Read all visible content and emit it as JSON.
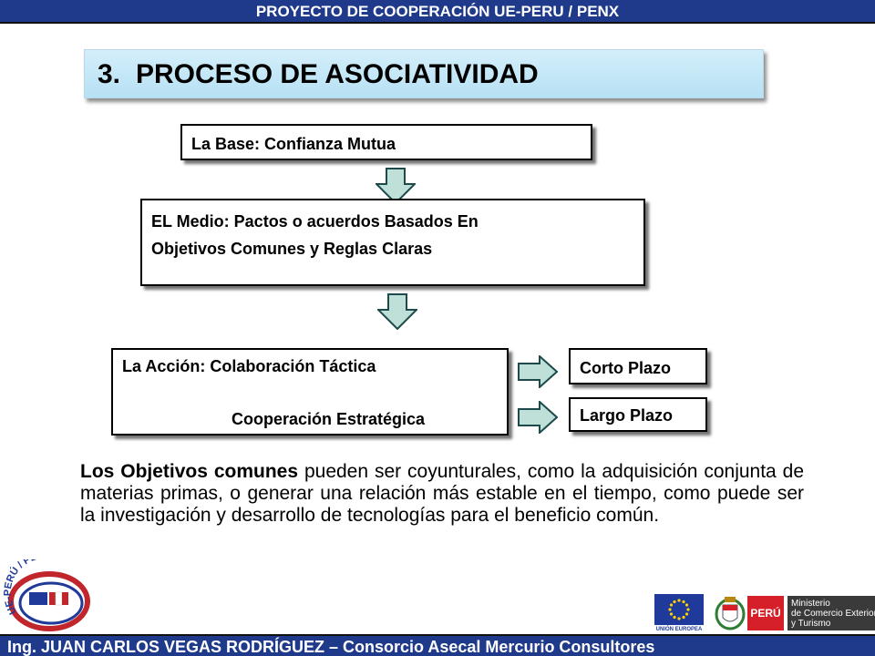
{
  "header": {
    "banner": "PROYECTO DE COOPERACIÓN UE-PERU / PENX"
  },
  "title": {
    "number": "3.",
    "text": "PROCESO DE ASOCIATIVIDAD"
  },
  "diagram": {
    "base": "La Base:  Confianza Mutua",
    "medio_line1": "EL Medio:  Pactos o acuerdos Basados En",
    "medio_line2": "Objetivos  Comunes y Reglas Claras",
    "accion_line1": "La Acción: Colaboración Táctica",
    "accion_line2": "Cooperación Estratégica",
    "corto": "Corto Plazo",
    "largo": "Largo Plazo"
  },
  "paragraph": {
    "lead": "Los Objetivos comunes",
    "rest": " pueden ser coyunturales, como la adquisición conjunta de materias primas, o generar una relación más estable en el tiempo, como puede ser la investigación y desarrollo de tecnologías para el beneficio común."
  },
  "logos": {
    "penx_text": "UE-PERÚ / PENX",
    "eu_caption": "UNIÓN EUROPEA",
    "peru_label": "PERÚ",
    "ministerio_line1": "Ministerio",
    "ministerio_line2": "de Comercio Exterior",
    "ministerio_line3": "y Turismo"
  },
  "footer": {
    "text": "Ing. JUAN CARLOS VEGAS RODRÍGUEZ – Consorcio Asecal Mercurio Consultores"
  },
  "colors": {
    "banner": "#1f3a8a",
    "arrow_fill": "#bfe0d8",
    "title_bg": "#c6e8f7"
  }
}
